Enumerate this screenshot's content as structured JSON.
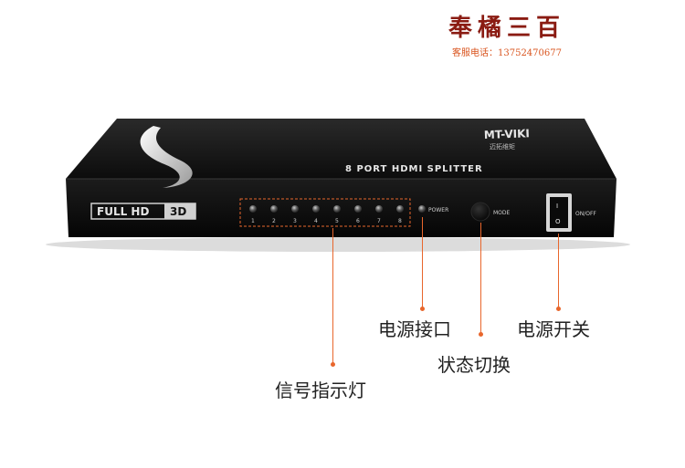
{
  "brand": {
    "name": "奉橘三百",
    "contact": "客服电话：13752470677"
  },
  "device": {
    "model_logo": "MT-VIKI",
    "model_sub": "迈拓维矩",
    "product_title": "8 PORT HDMI SPLITTER",
    "badge_full_hd": "FULL HD",
    "badge_3d": "3D",
    "port_numbers": [
      "1",
      "2",
      "3",
      "4",
      "5",
      "6",
      "7",
      "8"
    ],
    "power_label": "POWER",
    "mode_label": "MODE",
    "onoff_label": "ON/OFF",
    "switch_on_mark": "I",
    "switch_off_mark": "O"
  },
  "callouts": {
    "signal_lights": "信号指示灯",
    "power_port": "电源接口",
    "mode_switch": "状态切换",
    "power_switch": "电源开关"
  },
  "colors": {
    "accent": "#e8662c",
    "device_body": "#111111",
    "brand": "#8a1b12"
  }
}
